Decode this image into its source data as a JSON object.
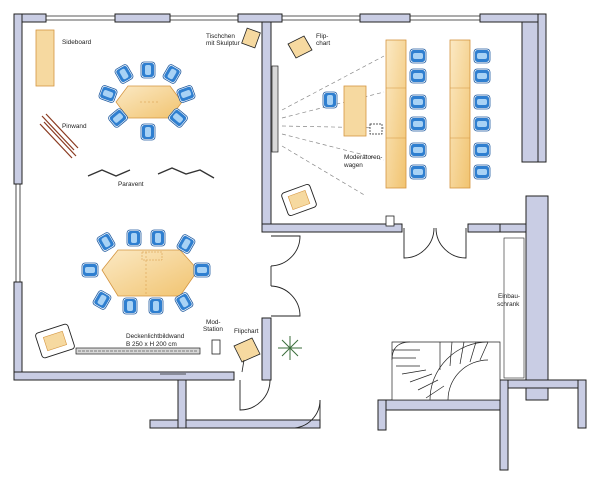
{
  "labels": {
    "sideboard": "Sideboard",
    "tischchen_line1": "Tischchen",
    "tischchen_line2": "mit Skulptur",
    "flipchart_top_line1": "Flip-",
    "flipchart_top_line2": "chart",
    "pinwand": "Pinwand",
    "paravent": "Paravent",
    "moderatoren_line1": "Moderatoren-",
    "moderatoren_line2": "wagen",
    "einbau_line1": "Einbau-",
    "einbau_line2": "schrank",
    "deckenlicht_line1": "Deckenlichtbildwand",
    "deckenlicht_line2": "B 250 x H 200 cm",
    "mod_station_line1": "Mod-",
    "mod_station_line2": "Station",
    "flipchart_bottom": "Flipchart"
  },
  "colors": {
    "wall": "#c9cde4",
    "wall_outline": "#222222",
    "chair": "#2f7fd0",
    "chair_light": "#a8d2f5",
    "table": "#f6d9a0",
    "table_edge": "#e0a850"
  }
}
